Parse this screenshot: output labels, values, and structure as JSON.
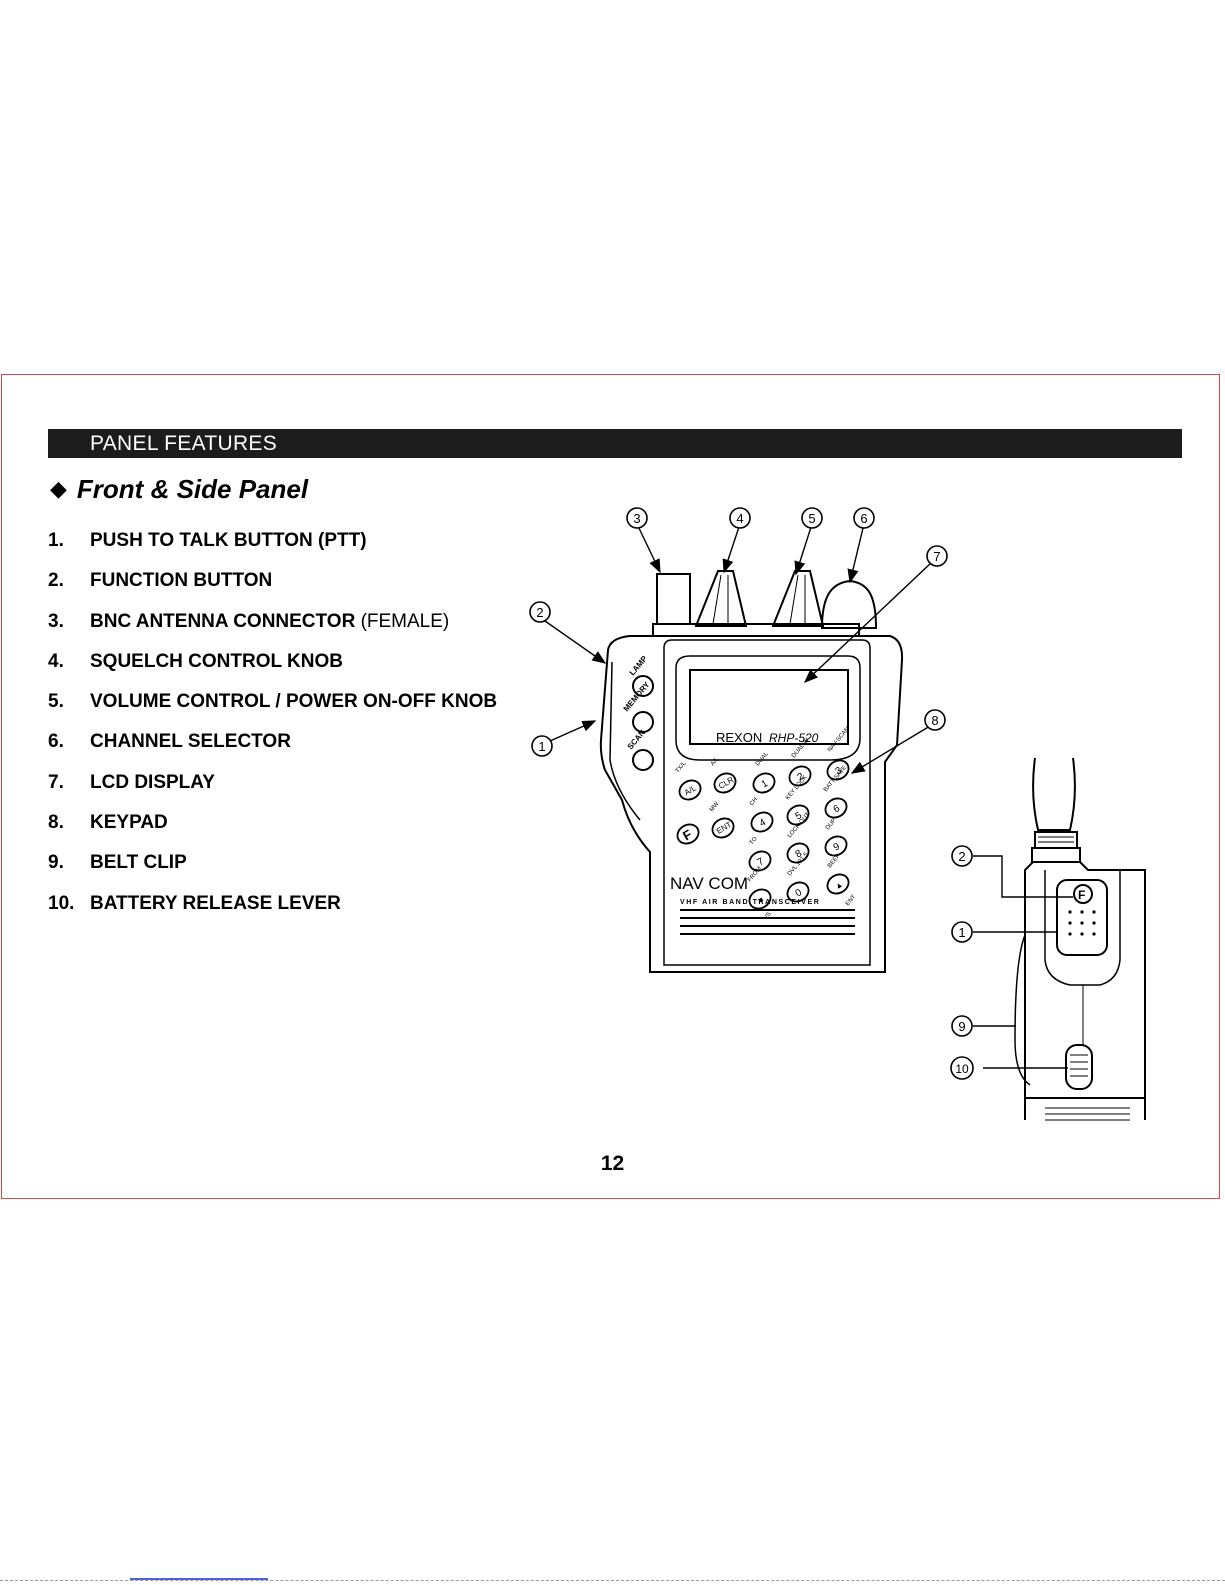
{
  "header": {
    "section_title": "PANEL FEATURES",
    "sub_title": "Front & Side Panel",
    "bullet": "◆"
  },
  "features": [
    {
      "num": "1.",
      "label": "PUSH TO TALK BUTTON (PTT)",
      "extra": ""
    },
    {
      "num": "2.",
      "label": "FUNCTION BUTTON",
      "extra": ""
    },
    {
      "num": "3.",
      "label": "BNC ANTENNA CONNECTOR",
      "extra": " (FEMALE)"
    },
    {
      "num": "4.",
      "label": "SQUELCH CONTROL KNOB",
      "extra": ""
    },
    {
      "num": "5.",
      "label": "VOLUME CONTROL / POWER ON-OFF KNOB",
      "extra": ""
    },
    {
      "num": "6.",
      "label": "CHANNEL SELECTOR",
      "extra": ""
    },
    {
      "num": "7.",
      "label": "LCD DISPLAY",
      "extra": ""
    },
    {
      "num": "8.",
      "label": "KEYPAD",
      "extra": ""
    },
    {
      "num": "9.",
      "label": "BELT CLIP",
      "extra": ""
    },
    {
      "num": "10.",
      "label": "BATTERY RELEASE LEVER",
      "extra": ""
    }
  ],
  "device": {
    "brand": "REXON",
    "model": "RHP-520",
    "logo": "NAV COM",
    "tagline": "VHF AIR BAND TRANSCEIVER",
    "side_buttons": [
      "LAMP",
      "MEMORY",
      "SCAN"
    ],
    "fn_key": "F",
    "keys": [
      {
        "key": "1",
        "top": "DUAL",
        "bottom": ""
      },
      {
        "key": "2",
        "top": "DUAL-W",
        "bottom": ""
      },
      {
        "key": "3",
        "top": "NAV-SCAN",
        "bottom": ""
      },
      {
        "key": "4",
        "top": "CH",
        "bottom": ""
      },
      {
        "key": "5",
        "top": "KEY LOCK",
        "bottom": ""
      },
      {
        "key": "6",
        "top": "BATT SAVE",
        "bottom": ""
      },
      {
        "key": "7",
        "top": "TO",
        "bottom": ""
      },
      {
        "key": "8",
        "top": "LOCK OUT",
        "bottom": ""
      },
      {
        "key": "9",
        "top": "DUP",
        "bottom": ""
      },
      {
        "key": "▼",
        "top": "FROM",
        "bottom": "VS"
      },
      {
        "key": "0",
        "top": "DVL 121.5",
        "bottom": ""
      },
      {
        "key": "▲",
        "top": "BEEP",
        "bottom": "ENT"
      }
    ],
    "func_keys": [
      {
        "key": "A/L",
        "top": "TX/L"
      },
      {
        "key": "CLR",
        "top": "A/L"
      },
      {
        "key": "ENT",
        "top": "MW"
      }
    ]
  },
  "callouts": {
    "front": [
      "3",
      "4",
      "5",
      "6",
      "7",
      "2",
      "1",
      "8"
    ],
    "side": [
      "2",
      "1",
      "9",
      "10"
    ]
  },
  "page": {
    "number": "12"
  }
}
